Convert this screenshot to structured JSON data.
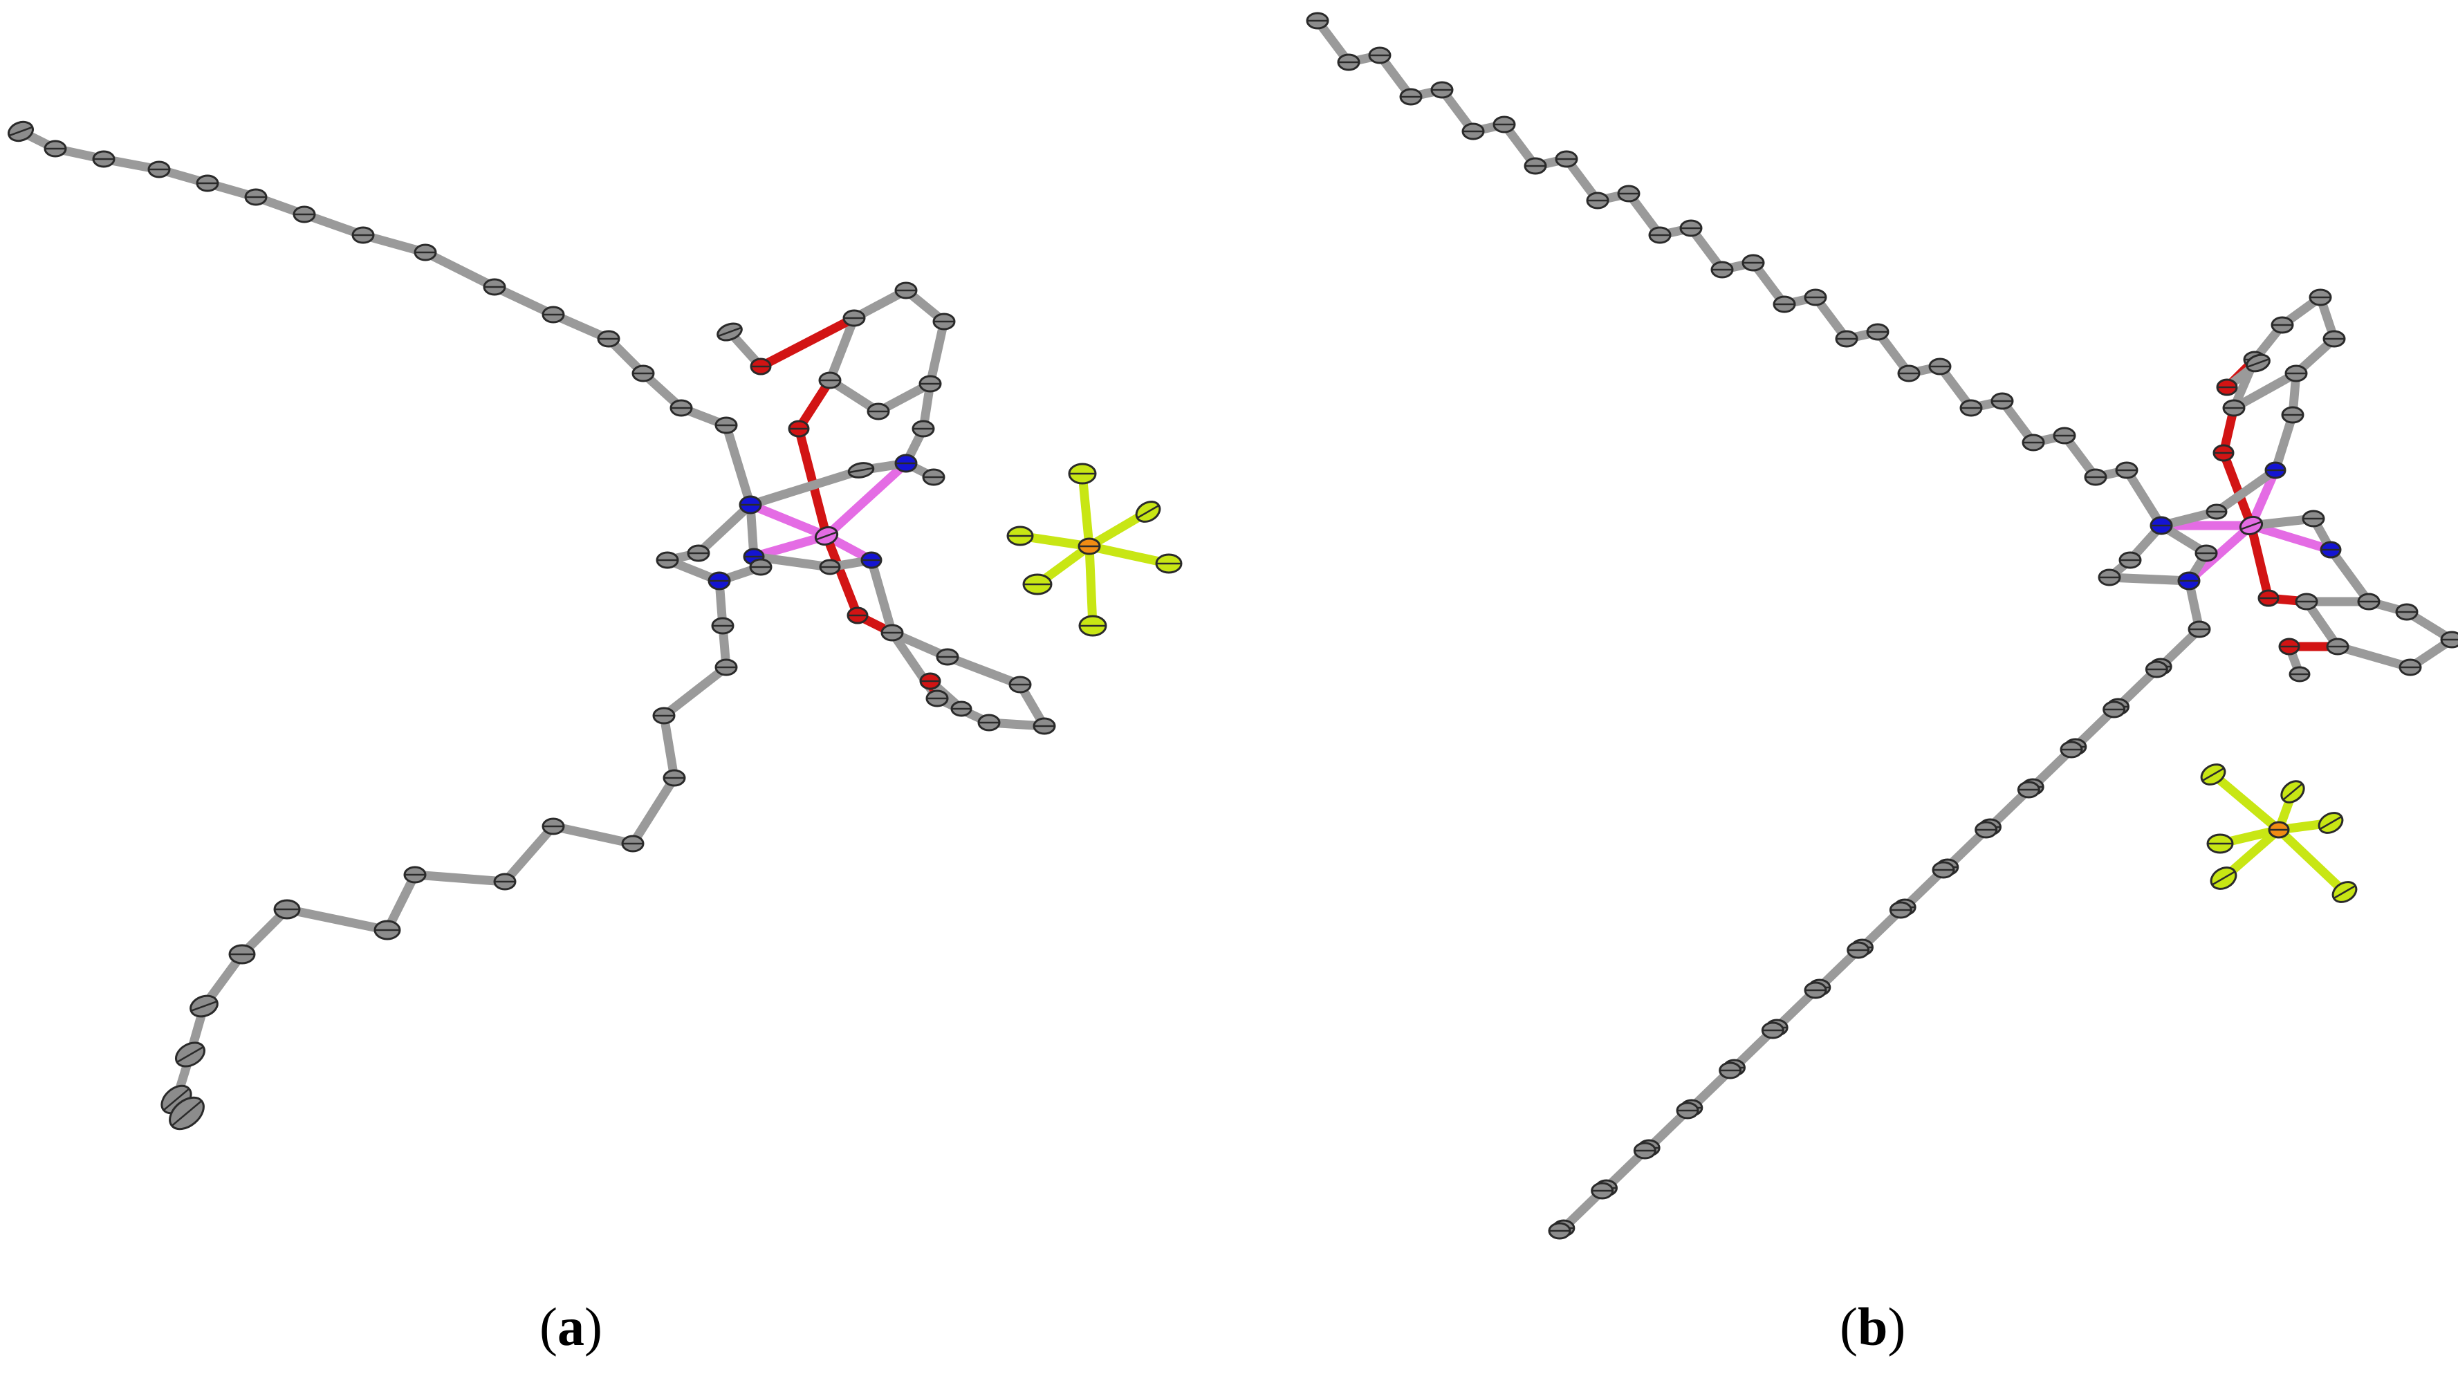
{
  "panels": [
    {
      "id": "a",
      "letter": "a",
      "open_paren": "(",
      "close_paren": ")"
    },
    {
      "id": "b",
      "letter": "b",
      "open_paren": "(",
      "close_paren": ")"
    }
  ],
  "colors": {
    "background": "#ffffff",
    "carbon": "#8c8c8c",
    "bond": "#9a9a9a",
    "atom_outline": "#2a2a2a",
    "nitrogen": "#1414d2",
    "oxygen": "#d21414",
    "metal": "#e46ce4",
    "phosphorus": "#f08c14",
    "fluorine": "#c8e614"
  }
}
